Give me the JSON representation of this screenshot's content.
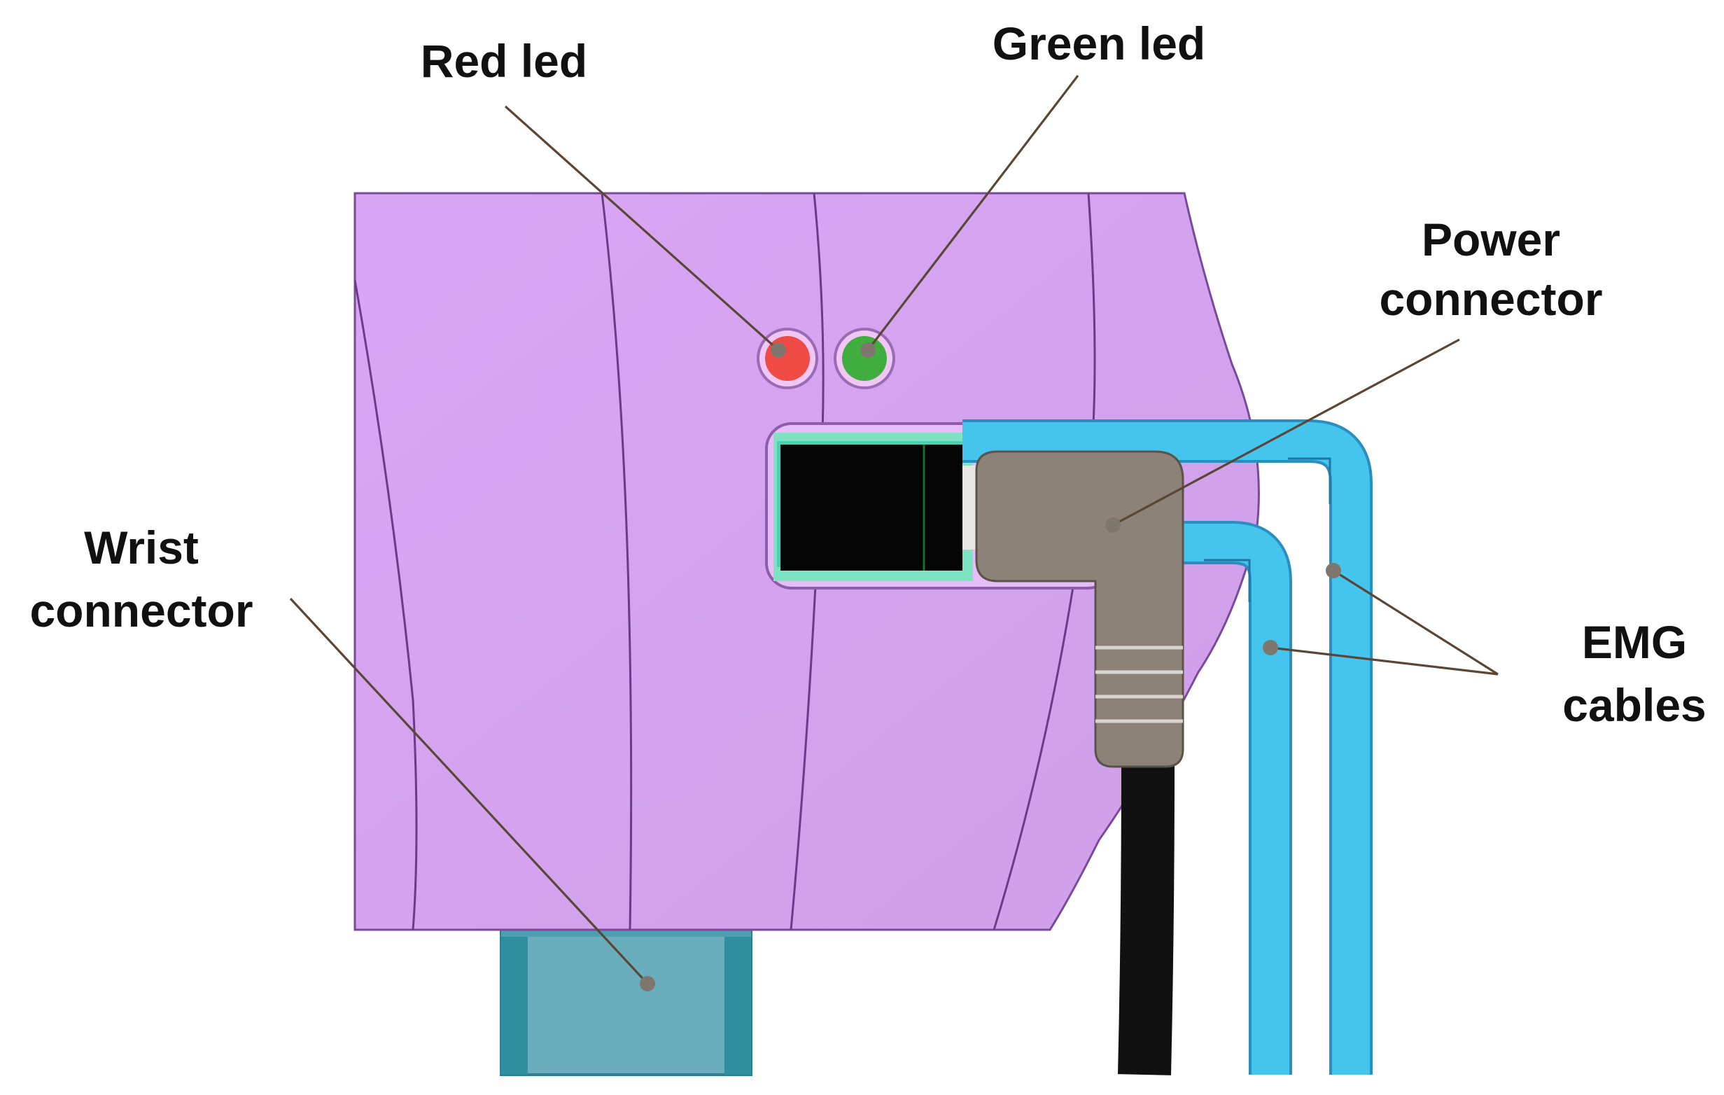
{
  "labels": {
    "red_led": "Red led",
    "green_led": "Green led",
    "power_connector_line1": "Power",
    "power_connector_line2": "connector",
    "wrist_connector_line1": "Wrist",
    "wrist_connector_line2": "connector",
    "emg_cables_line1": "EMG",
    "emg_cables_line2": "cables"
  },
  "colors": {
    "housing": "#d6a3f2",
    "red_led": "#ef4a43",
    "green_led": "#3fae3f",
    "emg_cables": "#45c4ee",
    "power_connector": "#8c8278",
    "wrist_connector": "#6aaebd",
    "power_cable": "#111111"
  },
  "icons": {
    "housing": "device-housing-icon",
    "red_led": "red-led-icon",
    "green_led": "green-led-icon",
    "power_connector": "power-connector-icon",
    "wrist_connector": "wrist-connector-icon",
    "emg_cables": "emg-cables-icon"
  }
}
